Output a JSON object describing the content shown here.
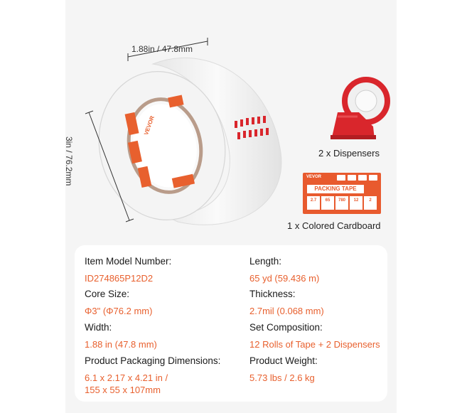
{
  "dimensions": {
    "width_label": "1.88in / 47.8mm",
    "height_label": "3in / 76.2mm"
  },
  "roll_brand": "VEVOR",
  "accessories": {
    "dispensers_caption": "2 x Dispensers",
    "cardboard_caption": "1 x Colored Cardboard"
  },
  "cardboard": {
    "brand": "VEVOR",
    "title": "PACKING TAPE",
    "cells": [
      "2.7",
      "65",
      "780",
      "12",
      "2"
    ]
  },
  "colors": {
    "accent": "#e8602e",
    "dispenser_red": "#d9262c",
    "panel_bg": "#f5f5f5"
  },
  "specs": [
    {
      "label": "Item Model Number:",
      "value": "ID274865P12D2"
    },
    {
      "label": "Length:",
      "value": "65 yd (59.436 m)"
    },
    {
      "label": "Core Size:",
      "value": "Φ3\" (Φ76.2 mm)"
    },
    {
      "label": "Thickness:",
      "value": "2.7mil (0.068 mm)"
    },
    {
      "label": "Width:",
      "value": "1.88 in (47.8 mm)"
    },
    {
      "label": "Set Composition:",
      "value": "12 Rolls of Tape + 2 Dispensers"
    },
    {
      "label": "Product Packaging Dimensions:",
      "value_line1": "6.1 x 2.17 x 4.21 in /",
      "value_line2": "155 x 55 x 107mm"
    },
    {
      "label": "Product Weight:",
      "value": "5.73 lbs / 2.6 kg"
    }
  ]
}
